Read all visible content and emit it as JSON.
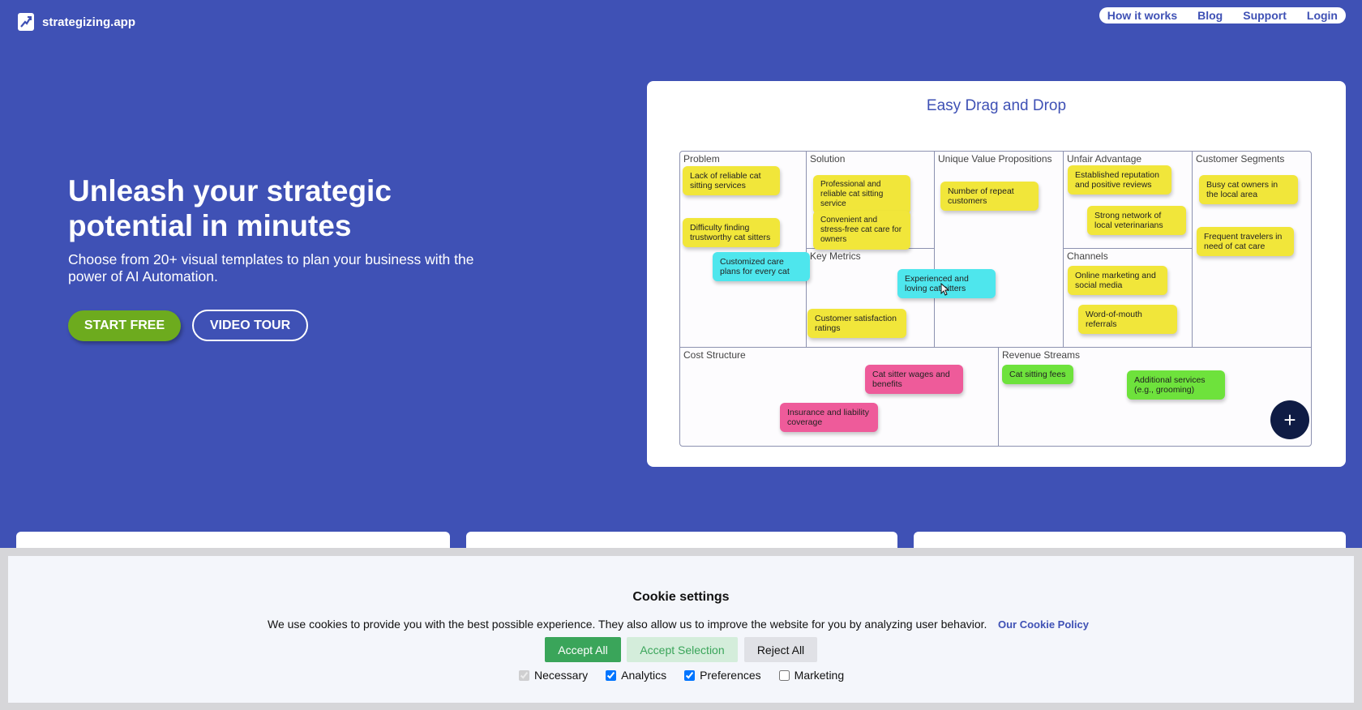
{
  "brand": {
    "name": "strategizing.app"
  },
  "nav": {
    "items": [
      "How it works",
      "Blog",
      "Support",
      "Login"
    ]
  },
  "hero": {
    "title": "Unleash your strategic potential in minutes",
    "subtitle": "Choose from 20+ visual templates to plan your business with the power of AI Automation.",
    "cta_primary": "START FREE",
    "cta_secondary": "VIDEO TOUR"
  },
  "demo": {
    "title": "Easy Drag and Drop",
    "sections": {
      "problem": "Problem",
      "solution": "Solution",
      "uvp": "Unique Value Propositions",
      "unfair": "Unfair Advantage",
      "segments": "Customer Segments",
      "metrics": "Key Metrics",
      "channels": "Channels",
      "cost": "Cost Structure",
      "revenue": "Revenue Streams"
    },
    "notes": {
      "p1": "Lack of reliable cat sitting services",
      "p2": "Difficulty finding trustworthy cat sitters",
      "p3": "Customized care plans for every cat",
      "s1": "Professional and reliable cat sitting service",
      "s2": "Convenient and stress-free cat care for owners",
      "u1": "Number of repeat customers",
      "a1": "Established reputation and positive reviews",
      "a2": "Strong network of local veterinarians",
      "cs1": "Busy cat owners in the local area",
      "cs2": "Frequent travelers in need of cat care",
      "k1": "Experienced and loving cat sitters",
      "k2": "Customer satisfaction ratings",
      "ch1": "Online marketing and social media",
      "ch2": "Word-of-mouth referrals",
      "c1": "Cat sitter wages and benefits",
      "c2": "Insurance and liability coverage",
      "r1": "Cat sitting fees",
      "r2": "Additional services (e.g., grooming)"
    },
    "add_label": "+"
  },
  "cookie": {
    "title": "Cookie settings",
    "text": "We use cookies to provide you with the best possible experience. They also allow us to improve the website for you by analyzing user behavior.",
    "policy_link": "Our Cookie Policy",
    "accept_all": "Accept All",
    "accept_selection": "Accept Selection",
    "reject_all": "Reject All",
    "options": {
      "necessary": "Necessary",
      "analytics": "Analytics",
      "preferences": "Preferences",
      "marketing": "Marketing"
    }
  },
  "colors": {
    "background": "#3f51b5",
    "primary_cta": "#6dab1e",
    "accept": "#3aa55a",
    "note_yellow": "#f1e63a",
    "note_cyan": "#4ee6ed",
    "note_pink": "#ee5b9a",
    "note_green": "#6ee23c"
  }
}
